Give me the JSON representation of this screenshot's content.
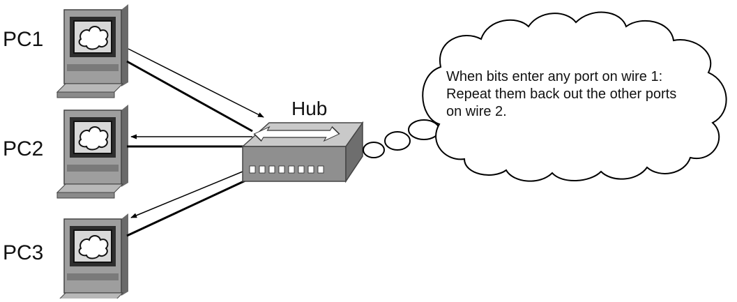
{
  "devices": {
    "pc1": "PC1",
    "pc2": "PC2",
    "pc3": "PC3",
    "hub": "Hub"
  },
  "thought_bubble": {
    "lines": [
      "When bits enter any port on wire 1:",
      "Repeat them back out the other ports",
      "on wire 2."
    ]
  },
  "icons": {
    "pc": "desktop-computer-icon",
    "hub": "network-hub-icon",
    "bubble": "thought-cloud-icon"
  },
  "colors": {
    "line": "#000000",
    "pc_body": "#9e9e9e",
    "pc_dark": "#5a5a5a",
    "hub_top": "#c9c9c9",
    "hub_front": "#8f8f8f"
  }
}
